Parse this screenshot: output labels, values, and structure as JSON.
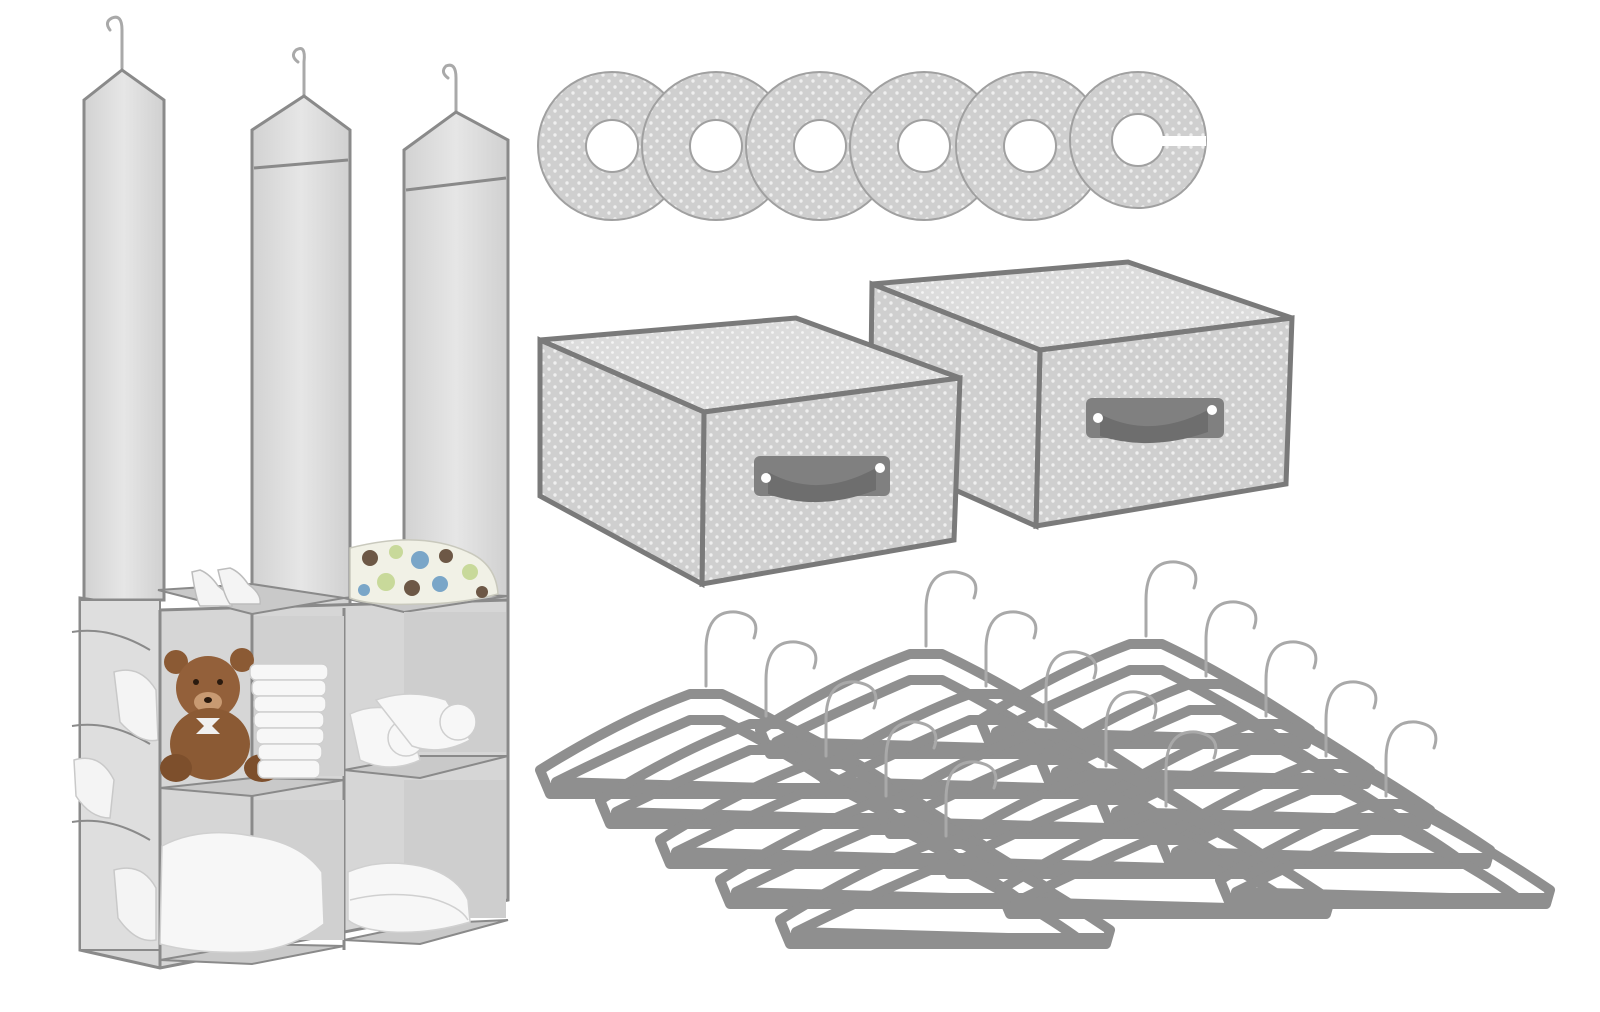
{
  "product": {
    "colors": {
      "background": "#ffffff",
      "fabric_light": "#e3e3e3",
      "fabric_mid": "#d4d4d4",
      "fabric_shade": "#c8c8c8",
      "trim": "#8a8a8a",
      "trim_dark": "#7a7a7a",
      "hanger_gray": "#8f8f8f",
      "chrome": "#a9a9a9",
      "polka_dot": "#f2f2f2",
      "towel_white": "#f7f7f7",
      "teddy_brown": "#8b5a34",
      "teddy_dark": "#5e3a1f"
    },
    "items": [
      {
        "kind": "hanging-closet-organizer",
        "count": 1
      },
      {
        "kind": "closet-size-divider",
        "count": 6
      },
      {
        "kind": "storage-bin",
        "count": 2
      },
      {
        "kind": "childrens-hanger",
        "count": 15
      }
    ],
    "icons": [
      "hook-icon",
      "teddy-bear-icon",
      "shoe-icon",
      "towel-icon",
      "diaper-stack-icon",
      "polka-dot-blanket-icon",
      "handle-icon"
    ]
  }
}
